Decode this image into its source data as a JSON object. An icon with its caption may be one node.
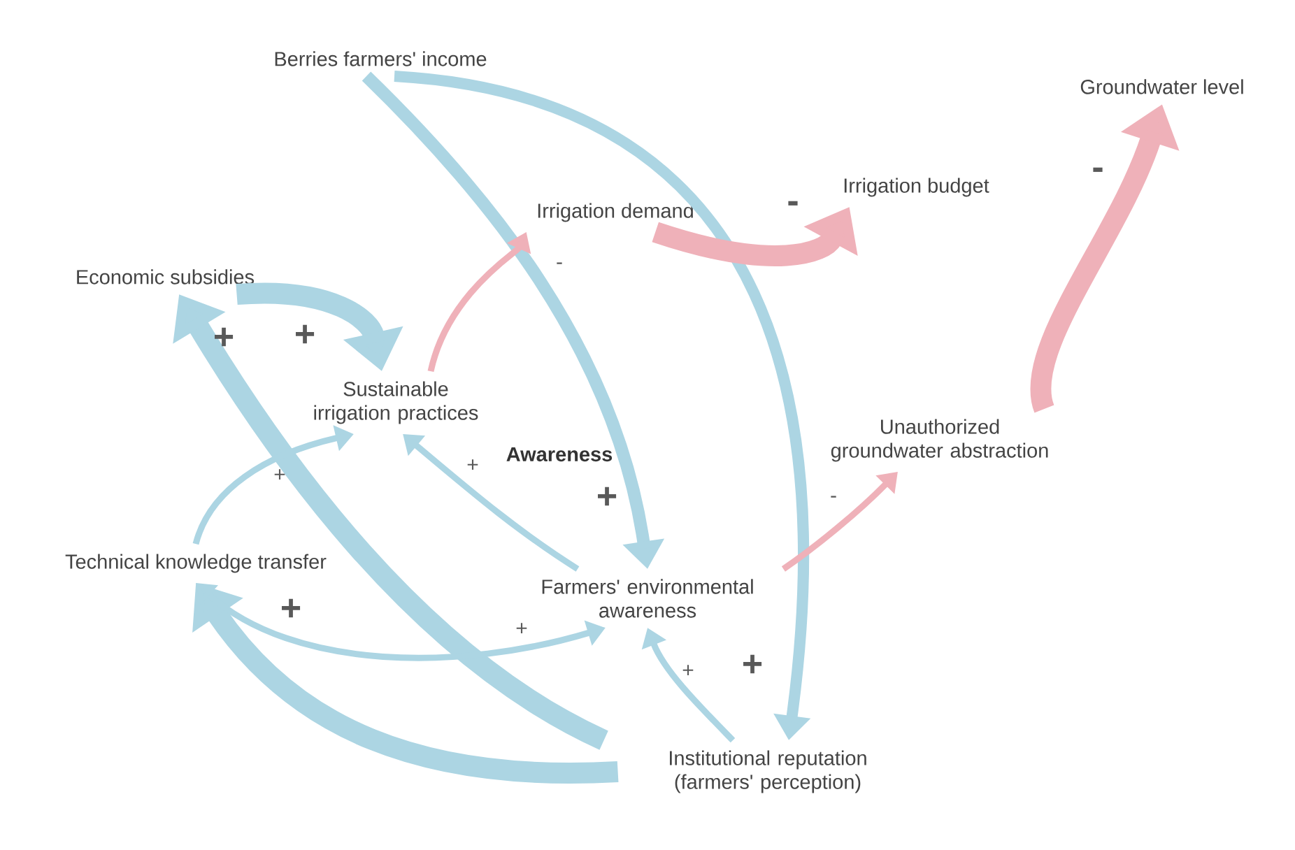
{
  "diagram": {
    "nodes": [
      {
        "text": [
          "Berries farmers' income"
        ]
      },
      {
        "text": [
          "Irrigation demand"
        ]
      },
      {
        "text": [
          "Irrigation budget"
        ]
      },
      {
        "text": [
          "Groundwater level"
        ]
      },
      {
        "text": [
          "Economic subsidies"
        ]
      },
      {
        "text": [
          "Sustainable irrigation practices"
        ]
      },
      {
        "text": [
          "Unauthorized groundwater abstraction"
        ]
      },
      {
        "text": [
          "Technical knowledge transfer"
        ]
      },
      {
        "text": [
          "Farmers' environmental awareness"
        ]
      },
      {
        "text": [
          "Institutional reputation (farmers' perception)"
        ]
      }
    ],
    "edges": [
      {
        "from": 0,
        "to": 8,
        "arrow": "to",
        "label": "+"
      },
      {
        "from": 0,
        "to": 9,
        "arrow": "to",
        "label": "+"
      },
      {
        "from": 1,
        "to": 2,
        "arrow": "to",
        "label": "-",
        "style": "thick",
        "color": "#efb1b9"
      },
      {
        "from": 6,
        "to": 3,
        "arrow": "to",
        "label": "-",
        "style": "thick",
        "color": "#efb1b9"
      },
      {
        "from": 4,
        "to": 5,
        "arrow": "to",
        "label": "+",
        "style": "thick"
      },
      {
        "from": 9,
        "to": 4,
        "arrow": "to",
        "label": "+",
        "style": "thick"
      },
      {
        "from": 9,
        "to": 7,
        "arrow": "to",
        "label": "+",
        "style": "thick"
      },
      {
        "from": 5,
        "to": 1,
        "arrow": "to",
        "label": "-",
        "color": "#efb1b9"
      },
      {
        "from": 7,
        "to": 5,
        "arrow": "to",
        "label": "+"
      },
      {
        "from": 8,
        "to": 5,
        "arrow": "to",
        "label": "+"
      },
      {
        "from": 7,
        "to": 8,
        "arrow": "both",
        "label": "+"
      },
      {
        "from": 9,
        "to": 8,
        "arrow": "to",
        "label": "+"
      },
      {
        "from": 8,
        "to": 6,
        "arrow": "to",
        "label": "-",
        "color": "#efb1b9"
      }
    ],
    "labels": [
      "Awareness"
    ]
  }
}
